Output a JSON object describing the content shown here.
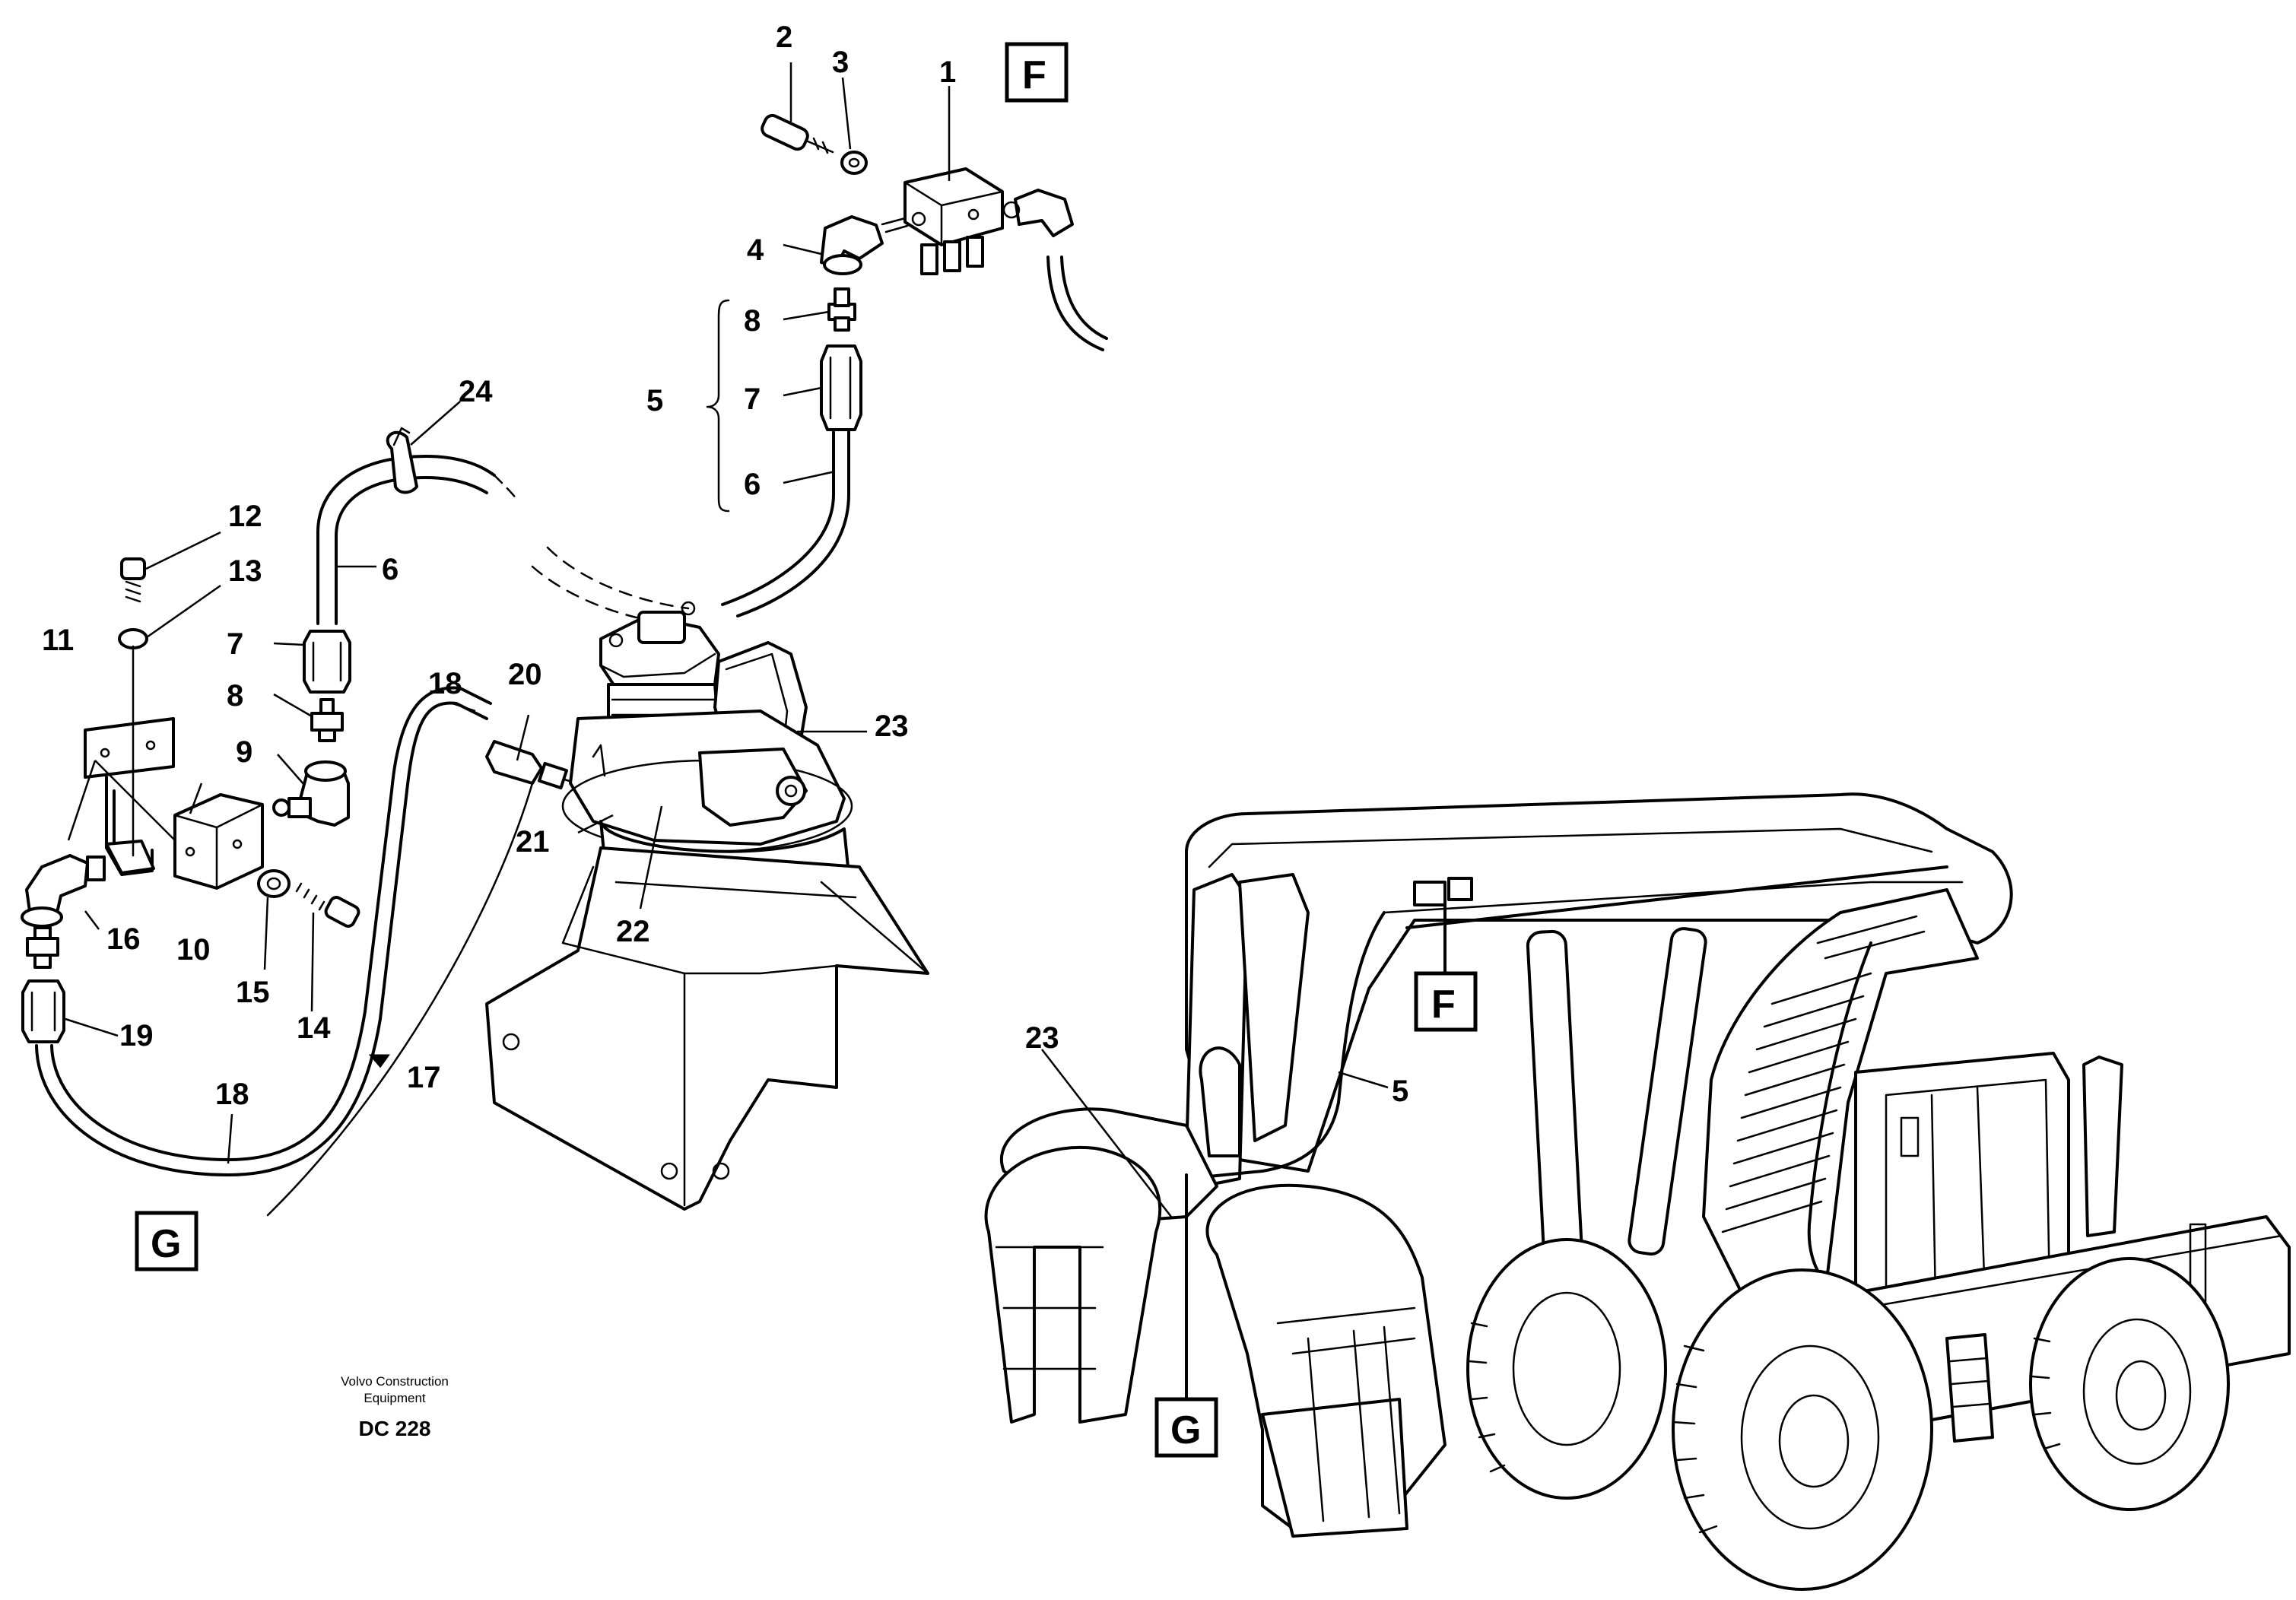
{
  "callouts": {
    "c1": "1",
    "c2": "2",
    "c3": "3",
    "c4": "4",
    "c5_brace": "5",
    "c8_top": "8",
    "c7_top": "7",
    "c6_top": "6",
    "c24": "24",
    "c12": "12",
    "c13": "13",
    "c6_left": "6",
    "c11": "11",
    "c7_left": "7",
    "c8_left": "8",
    "c9": "9",
    "c18_top": "18",
    "c20": "20",
    "c23_top": "23",
    "c10": "10",
    "c16": "16",
    "c15": "15",
    "c14": "14",
    "c19": "19",
    "c21": "21",
    "c22": "22",
    "c17": "17",
    "c18_bottom": "18",
    "c23_machine": "23",
    "c5_machine": "5"
  },
  "detail_views": {
    "f_top": "F",
    "g_left": "G",
    "f_machine": "F",
    "g_machine": "G"
  },
  "footer": {
    "publisher_line1": "Volvo Construction",
    "publisher_line2": "Equipment",
    "drawing_code": "DC 228"
  }
}
